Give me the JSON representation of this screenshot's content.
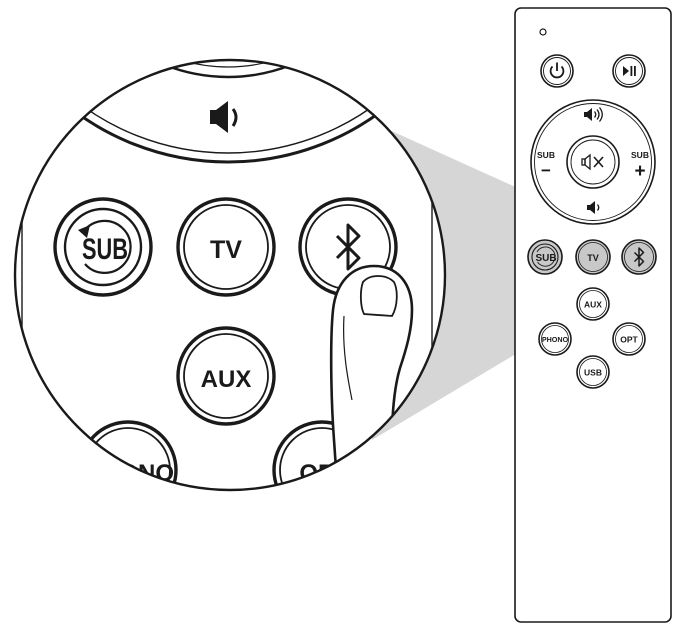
{
  "remote": {
    "buttons": {
      "power": {
        "icon": "power-icon"
      },
      "play_pause": {
        "icon": "play-pause-icon"
      },
      "volume_up": {
        "icon": "speaker-loud-icon"
      },
      "volume_down": {
        "icon": "speaker-quiet-icon"
      },
      "mute": {
        "icon": "mute-icon"
      },
      "sub_minus": {
        "label": "SUB",
        "sign": "−"
      },
      "sub_plus": {
        "label": "SUB",
        "sign": "+"
      },
      "sub_mode": {
        "label": "SUB"
      },
      "tv": {
        "label": "TV"
      },
      "bluetooth": {
        "icon": "bluetooth-icon"
      },
      "aux": {
        "label": "AUX"
      },
      "phono": {
        "label": "PHONO"
      },
      "opt": {
        "label": "OPT"
      },
      "usb": {
        "label": "USB"
      }
    }
  },
  "zoom": {
    "buttons": {
      "sub_mode": {
        "label": "SUB"
      },
      "tv": {
        "label": "TV"
      },
      "bluetooth": {
        "icon": "bluetooth-icon"
      },
      "aux": {
        "label": "AUX"
      },
      "phono": {
        "label": "HONO"
      },
      "opt": {
        "label": "OPT"
      },
      "volume": {
        "icon": "speaker-icon"
      }
    },
    "pressed_button": "bluetooth"
  },
  "colors": {
    "highlight": "#c8c8c8",
    "outline": "#1a1a1a",
    "callout": "#d6d6d6"
  }
}
